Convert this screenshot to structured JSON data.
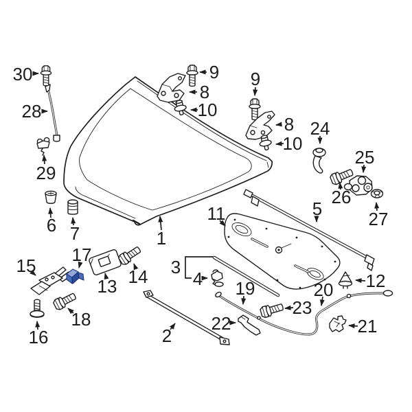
{
  "diagram": {
    "type": "exploded-parts-diagram",
    "subject": "vehicle hood assembly",
    "colors": {
      "background": "#ffffff",
      "line": "#1d1d1b",
      "highlight_fill": "#4d6cb3",
      "highlight_light": "#93a7d6",
      "highlight_dark": "#2a4a96",
      "highlight_outline": "#14307d"
    },
    "highlighted_callout": "17",
    "callouts": {
      "c1": "1",
      "c2": "2",
      "c3": "3",
      "c4": "4",
      "c5": "5",
      "c6": "6",
      "c7": "7",
      "c8": "8",
      "c9": "9",
      "c10": "10",
      "c11": "11",
      "c12": "12",
      "c13": "13",
      "c14": "14",
      "c15": "15",
      "c16": "16",
      "c17": "17",
      "c18": "18",
      "c19": "19",
      "c20": "20",
      "c21": "21",
      "c22": "22",
      "c23": "23",
      "c24": "24",
      "c25": "25",
      "c26": "26",
      "c27": "27",
      "c28": "28",
      "c29": "29",
      "c30": "30"
    }
  }
}
